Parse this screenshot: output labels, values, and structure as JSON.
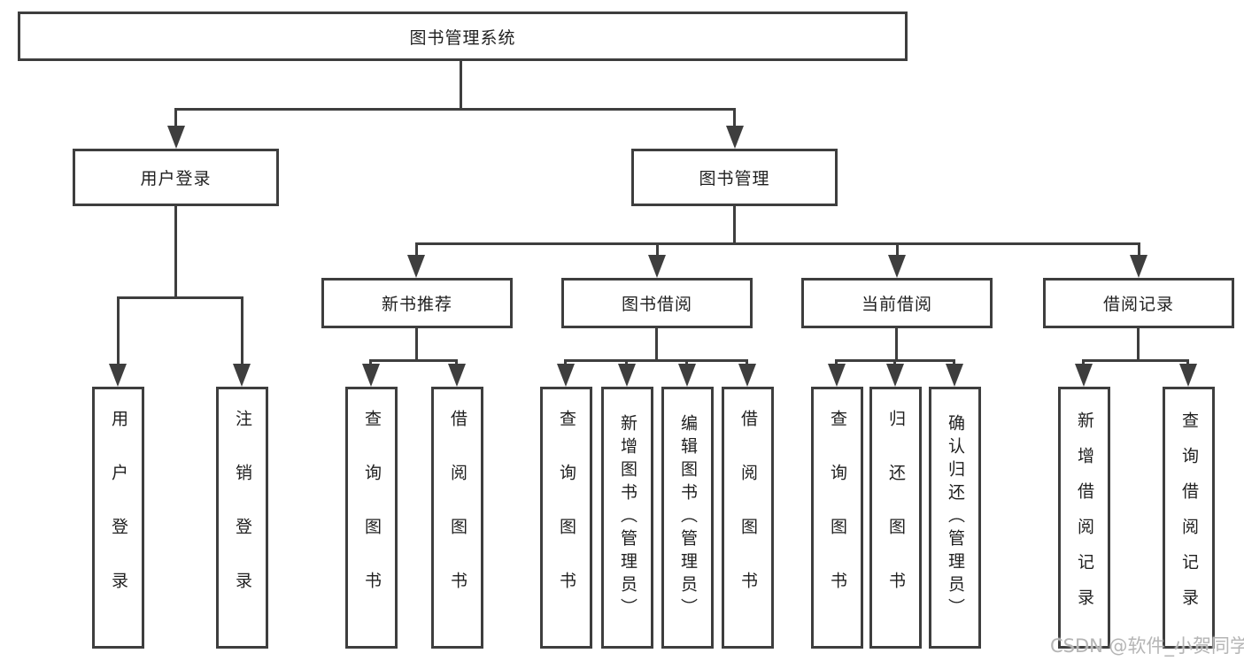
{
  "watermark": "CSDN @软件_小贺同学",
  "colors": {
    "line": "#3e3e3e",
    "box_border": "#3e3e3e",
    "text": "#1f1f1f",
    "watermark": "#b5b5b5",
    "background": "#ffffff"
  },
  "tree": {
    "root": {
      "label": "图书管理系统"
    },
    "branches": [
      {
        "label": "用户登录",
        "children": [
          {
            "label": "用户登录"
          },
          {
            "label": "注销登录"
          }
        ]
      },
      {
        "label": "图书管理",
        "children": [
          {
            "label": "新书推荐",
            "children": [
              {
                "label": "查询图书"
              },
              {
                "label": "借阅图书"
              }
            ]
          },
          {
            "label": "图书借阅",
            "children": [
              {
                "label": "查询图书"
              },
              {
                "label": "新增图书（管理员）"
              },
              {
                "label": "编辑图书（管理员）"
              },
              {
                "label": "借阅图书"
              }
            ]
          },
          {
            "label": "当前借阅",
            "children": [
              {
                "label": "查询图书"
              },
              {
                "label": "归还图书"
              },
              {
                "label": "确认归还（管理员）"
              }
            ]
          },
          {
            "label": "借阅记录",
            "children": [
              {
                "label": "新增借阅记录"
              },
              {
                "label": "查询借阅记录"
              }
            ]
          }
        ]
      }
    ]
  }
}
